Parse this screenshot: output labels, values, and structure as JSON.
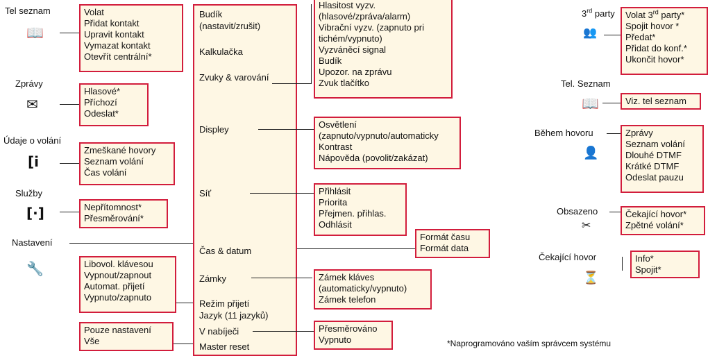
{
  "sections": {
    "tel_seznam": "Tel seznam",
    "zpravy": "Zprávy",
    "udaje": "Údaje o volání",
    "sluzby": "Služby",
    "nastaveni": "Nastavení",
    "third_pre": "3",
    "third_sup": "rd",
    "third_post": " party",
    "tel_seznam2": "Tel. Seznam",
    "behem": "Během hovoru",
    "obsazeno": "Obsazeno",
    "cekajici": "Čekající hovor"
  },
  "boxes": {
    "tel": [
      "Volat",
      "Přidat kontakt",
      "Upravit kontakt",
      "Vymazat kontakt",
      "Otevřít centrální*"
    ],
    "zpravy": [
      "Hlasové*",
      "Příchozí",
      "Odeslat*"
    ],
    "udaje": [
      "Zmeškané hovory",
      "Seznam volání",
      "Čas volání"
    ],
    "sluzby": [
      "Nepřítomnost*",
      "Přesměrování*"
    ],
    "klav": [
      "Libovol. klávesou",
      "Vypnout/zapnout",
      "Automat. přijetí",
      "Vypnuto/zapnuto"
    ],
    "reset": [
      "Pouze nastavení",
      "Vše"
    ],
    "zvuky": [
      "Hlasitost vyzv.",
      "(hlasové/zpráva/alarm)",
      "Vibrační vyzv. (zapnuto pri",
      "tichém/vypnuto)",
      "Vyzváněcí signal",
      "Budík",
      "Upozor. na zprávu",
      "Zvuk tlačítko"
    ],
    "displej": [
      "Osvětlení",
      "(zapnuto/vypnuto/automaticky",
      "Kontrast",
      "Nápověda (povolit/zakázat)"
    ],
    "sit": [
      "Přihlásit",
      "Priorita",
      "Přejmen. přihlas.",
      "Odhlásit"
    ],
    "cas": [
      "Formát času",
      "Formát data"
    ],
    "zamky": [
      "Zámek kláves",
      "(automaticky/vypnuto)",
      "Zámek telefon"
    ],
    "nabijec": [
      "Přesměrováno",
      "Vypnuto"
    ],
    "third_items": {
      "i0_pre": "Volat 3",
      "i0_sup": "rd",
      "i0_post": " party*",
      "rest": [
        "Spojit hovor *",
        "Předat*",
        "Přidat do konf.*",
        "Ukončit hovor*"
      ]
    },
    "tel2": [
      "Viz. tel seznam"
    ],
    "behem": [
      "Zprávy",
      "Seznam volání",
      "Dlouhé DTMF",
      "Krátké DTMF",
      "Odeslat pauzu"
    ],
    "obsazeno": [
      "Čekající hovor*",
      "Zpětné volání*"
    ],
    "cekajici": [
      "Info*",
      "Spojit*"
    ]
  },
  "main_menu": {
    "budik1": "Budík",
    "budik2": "(nastavit/zrušit)",
    "kalk": "Kalkulačka",
    "zvuky": "Zvuky & varování",
    "displej": "Displey",
    "sit": "Síť",
    "cas": "Čas & datum",
    "zamky": "Zámky",
    "rezim": "Režim přijetí",
    "jazyk": "Jazyk (11 jazyků)",
    "nabijec": "V nabíječi",
    "reset": "Master reset"
  },
  "icons": {
    "tel": "phonebook-icon",
    "zpravy": "envelope-icon",
    "udaje": "info-icon",
    "sluzby": "services-icon",
    "nastaveni": "wrench-icon",
    "third": "conference-icon",
    "tel2": "phonebook-icon",
    "behem": "in-call-icon",
    "obsazeno": "busy-icon",
    "cekajici": "waiting-call-icon"
  },
  "footnote": "*Naprogramováno vaším správcem systému",
  "colors": {
    "box_border": "#d21d3c",
    "box_fill": "#fef7e4"
  }
}
